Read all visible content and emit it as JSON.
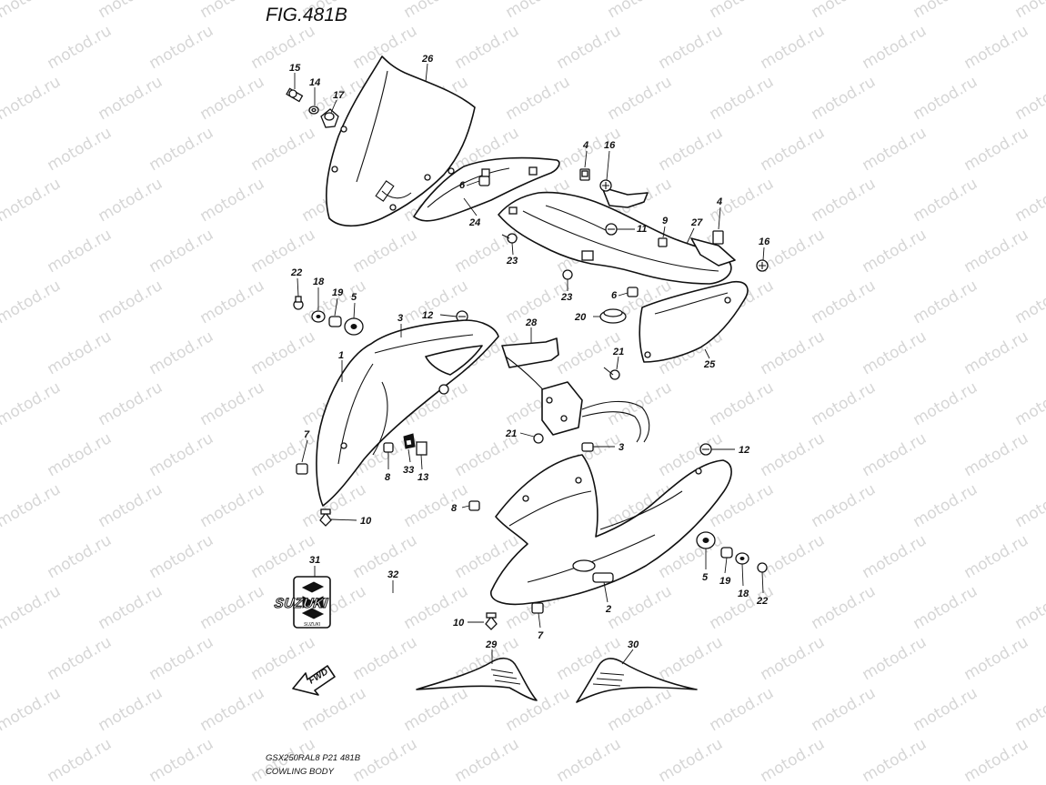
{
  "figure": {
    "title": "FIG.481B",
    "model_code": "GSX250RAL8  P21  481B",
    "caption": "COWLING BODY"
  },
  "watermark": {
    "text": "motod.ru"
  },
  "emblems": {
    "fwd_label": "FWD",
    "suzuki_decal": "SUZUKI",
    "logo_lettering": "SUZUKI"
  },
  "callouts": [
    {
      "id": "c-15",
      "label": "15",
      "ref": "bolt"
    },
    {
      "id": "c-14",
      "label": "14",
      "ref": "washer"
    },
    {
      "id": "c-17",
      "label": "17",
      "ref": "grommet"
    },
    {
      "id": "c-26",
      "label": "26",
      "ref": "windscreen"
    },
    {
      "id": "c-4a",
      "label": "4",
      "ref": "clip"
    },
    {
      "id": "c-16a",
      "label": "16",
      "ref": "screw"
    },
    {
      "id": "c-6a",
      "label": "6",
      "ref": "nut"
    },
    {
      "id": "c-24",
      "label": "24",
      "ref": "inner-panel"
    },
    {
      "id": "c-11",
      "label": "11",
      "ref": "screw"
    },
    {
      "id": "c-9",
      "label": "9",
      "ref": "cushion"
    },
    {
      "id": "c-27",
      "label": "27",
      "ref": "meter-panel"
    },
    {
      "id": "c-4b",
      "label": "4",
      "ref": "clip"
    },
    {
      "id": "c-16b",
      "label": "16",
      "ref": "screw"
    },
    {
      "id": "c-23a",
      "label": "23",
      "ref": "screw"
    },
    {
      "id": "c-23b",
      "label": "23",
      "ref": "screw"
    },
    {
      "id": "c-6b",
      "label": "6",
      "ref": "nut"
    },
    {
      "id": "c-22a",
      "label": "22",
      "ref": "screw"
    },
    {
      "id": "c-18a",
      "label": "18",
      "ref": "washer"
    },
    {
      "id": "c-19a",
      "label": "19",
      "ref": "spacer"
    },
    {
      "id": "c-5a",
      "label": "5",
      "ref": "cushion"
    },
    {
      "id": "c-3a",
      "label": "3",
      "ref": "nut"
    },
    {
      "id": "c-12a",
      "label": "12",
      "ref": "screw"
    },
    {
      "id": "c-28",
      "label": "28",
      "ref": "bracket"
    },
    {
      "id": "c-20",
      "label": "20",
      "ref": "cushion"
    },
    {
      "id": "c-25",
      "label": "25",
      "ref": "under-cover"
    },
    {
      "id": "c-1",
      "label": "1",
      "ref": "cowling-right"
    },
    {
      "id": "c-21a",
      "label": "21",
      "ref": "bolt"
    },
    {
      "id": "c-21b",
      "label": "21",
      "ref": "bolt"
    },
    {
      "id": "c-3b",
      "label": "3",
      "ref": "nut"
    },
    {
      "id": "c-12b",
      "label": "12",
      "ref": "screw"
    },
    {
      "id": "c-7a",
      "label": "7",
      "ref": "nut"
    },
    {
      "id": "c-8a",
      "label": "8",
      "ref": "nut"
    },
    {
      "id": "c-33",
      "label": "33",
      "ref": "tape"
    },
    {
      "id": "c-13",
      "label": "13",
      "ref": "tape"
    },
    {
      "id": "c-8b",
      "label": "8",
      "ref": "nut"
    },
    {
      "id": "c-10a",
      "label": "10",
      "ref": "fastener"
    },
    {
      "id": "c-2",
      "label": "2",
      "ref": "cowling-left"
    },
    {
      "id": "c-5b",
      "label": "5",
      "ref": "cushion"
    },
    {
      "id": "c-19b",
      "label": "19",
      "ref": "spacer"
    },
    {
      "id": "c-18b",
      "label": "18",
      "ref": "washer"
    },
    {
      "id": "c-22b",
      "label": "22",
      "ref": "screw"
    },
    {
      "id": "c-31",
      "label": "31",
      "ref": "emblem"
    },
    {
      "id": "c-32",
      "label": "32",
      "ref": "decal"
    },
    {
      "id": "c-10b",
      "label": "10",
      "ref": "fastener"
    },
    {
      "id": "c-7b",
      "label": "7",
      "ref": "nut"
    },
    {
      "id": "c-29",
      "label": "29",
      "ref": "tape-right"
    },
    {
      "id": "c-30",
      "label": "30",
      "ref": "tape-left"
    }
  ]
}
